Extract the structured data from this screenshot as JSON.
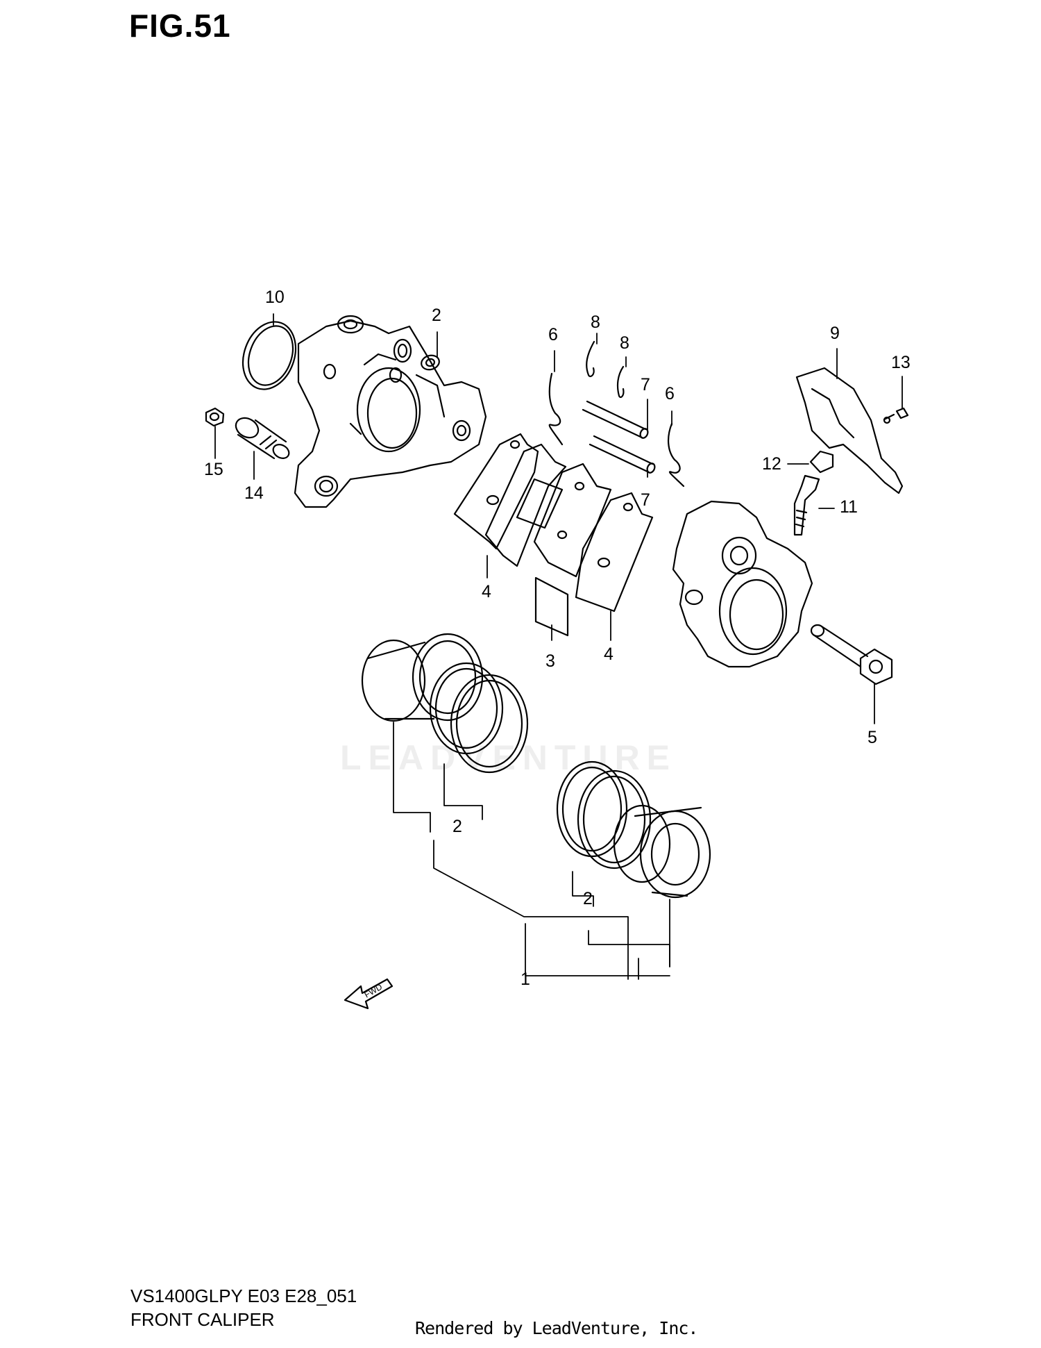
{
  "figure": {
    "title": "FIG.51"
  },
  "footer": {
    "model": "VS1400GLPY E03 E28_051",
    "caption": "FRONT CALIPER",
    "rendered_by": "Rendered by LeadVenture, Inc."
  },
  "watermark": "LEADVENTURE",
  "direction_arrow": "FWD",
  "callouts": {
    "c1": "1",
    "c2a": "2",
    "c2b": "2",
    "c2c": "2",
    "c3": "3",
    "c4a": "4",
    "c4b": "4",
    "c5": "5",
    "c6a": "6",
    "c6b": "6",
    "c7a": "7",
    "c7b": "7",
    "c8a": "8",
    "c8b": "8",
    "c9": "9",
    "c10": "10",
    "c11": "11",
    "c12": "12",
    "c13": "13",
    "c14": "14",
    "c15": "15"
  }
}
